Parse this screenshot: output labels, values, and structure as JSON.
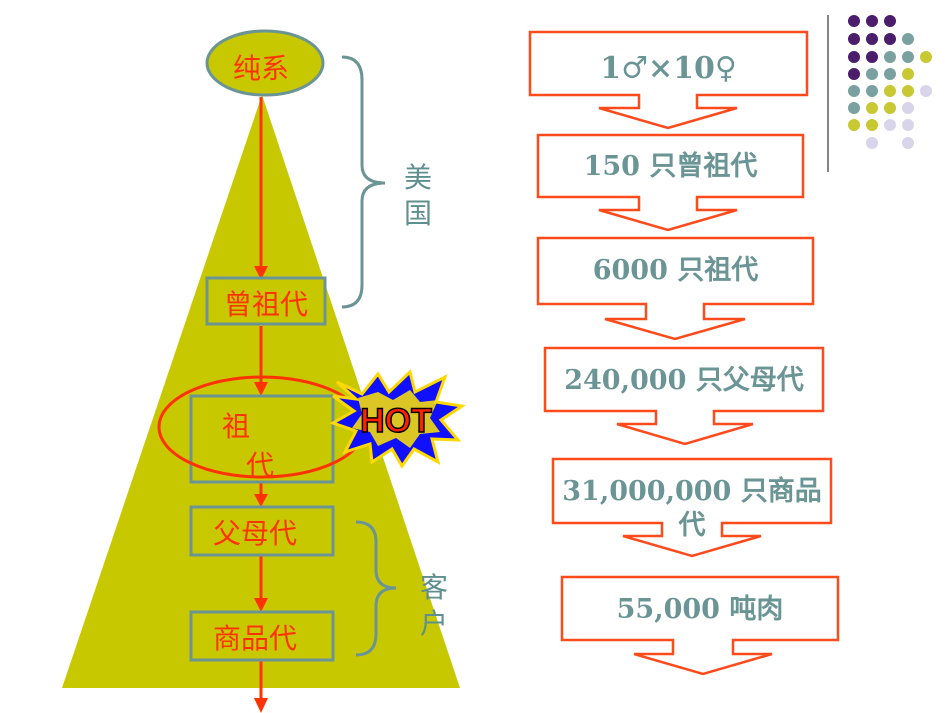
{
  "pyramid": {
    "top_label": "纯系",
    "great_grandparent_label": "曾祖代",
    "grandparent_label_line1": "祖",
    "grandparent_label_line2": "代",
    "parent_label": "父母代",
    "commercial_label": "商品代",
    "usa_bracket_label": "美国",
    "customer_bracket_label": "客户",
    "hot_badge": "HOT"
  },
  "flow": {
    "steps": [
      {
        "text": "1♂×10♀"
      },
      {
        "text": "150 只曾祖代"
      },
      {
        "text": "6000 只祖代"
      },
      {
        "text": "240,000 只父母代"
      },
      {
        "text": "31,000,000 只商品代"
      },
      {
        "text": "55,000 吨肉"
      }
    ]
  },
  "colors": {
    "pyramid_fill": "#c8c800",
    "arrow_red": "#ff3300",
    "box_teal": "#6b9595",
    "dot_purple": "#4b1d6b",
    "dot_teal": "#7aa0a0",
    "dot_yellow": "#c8c832",
    "dot_lilac": "#d8d4ea"
  }
}
